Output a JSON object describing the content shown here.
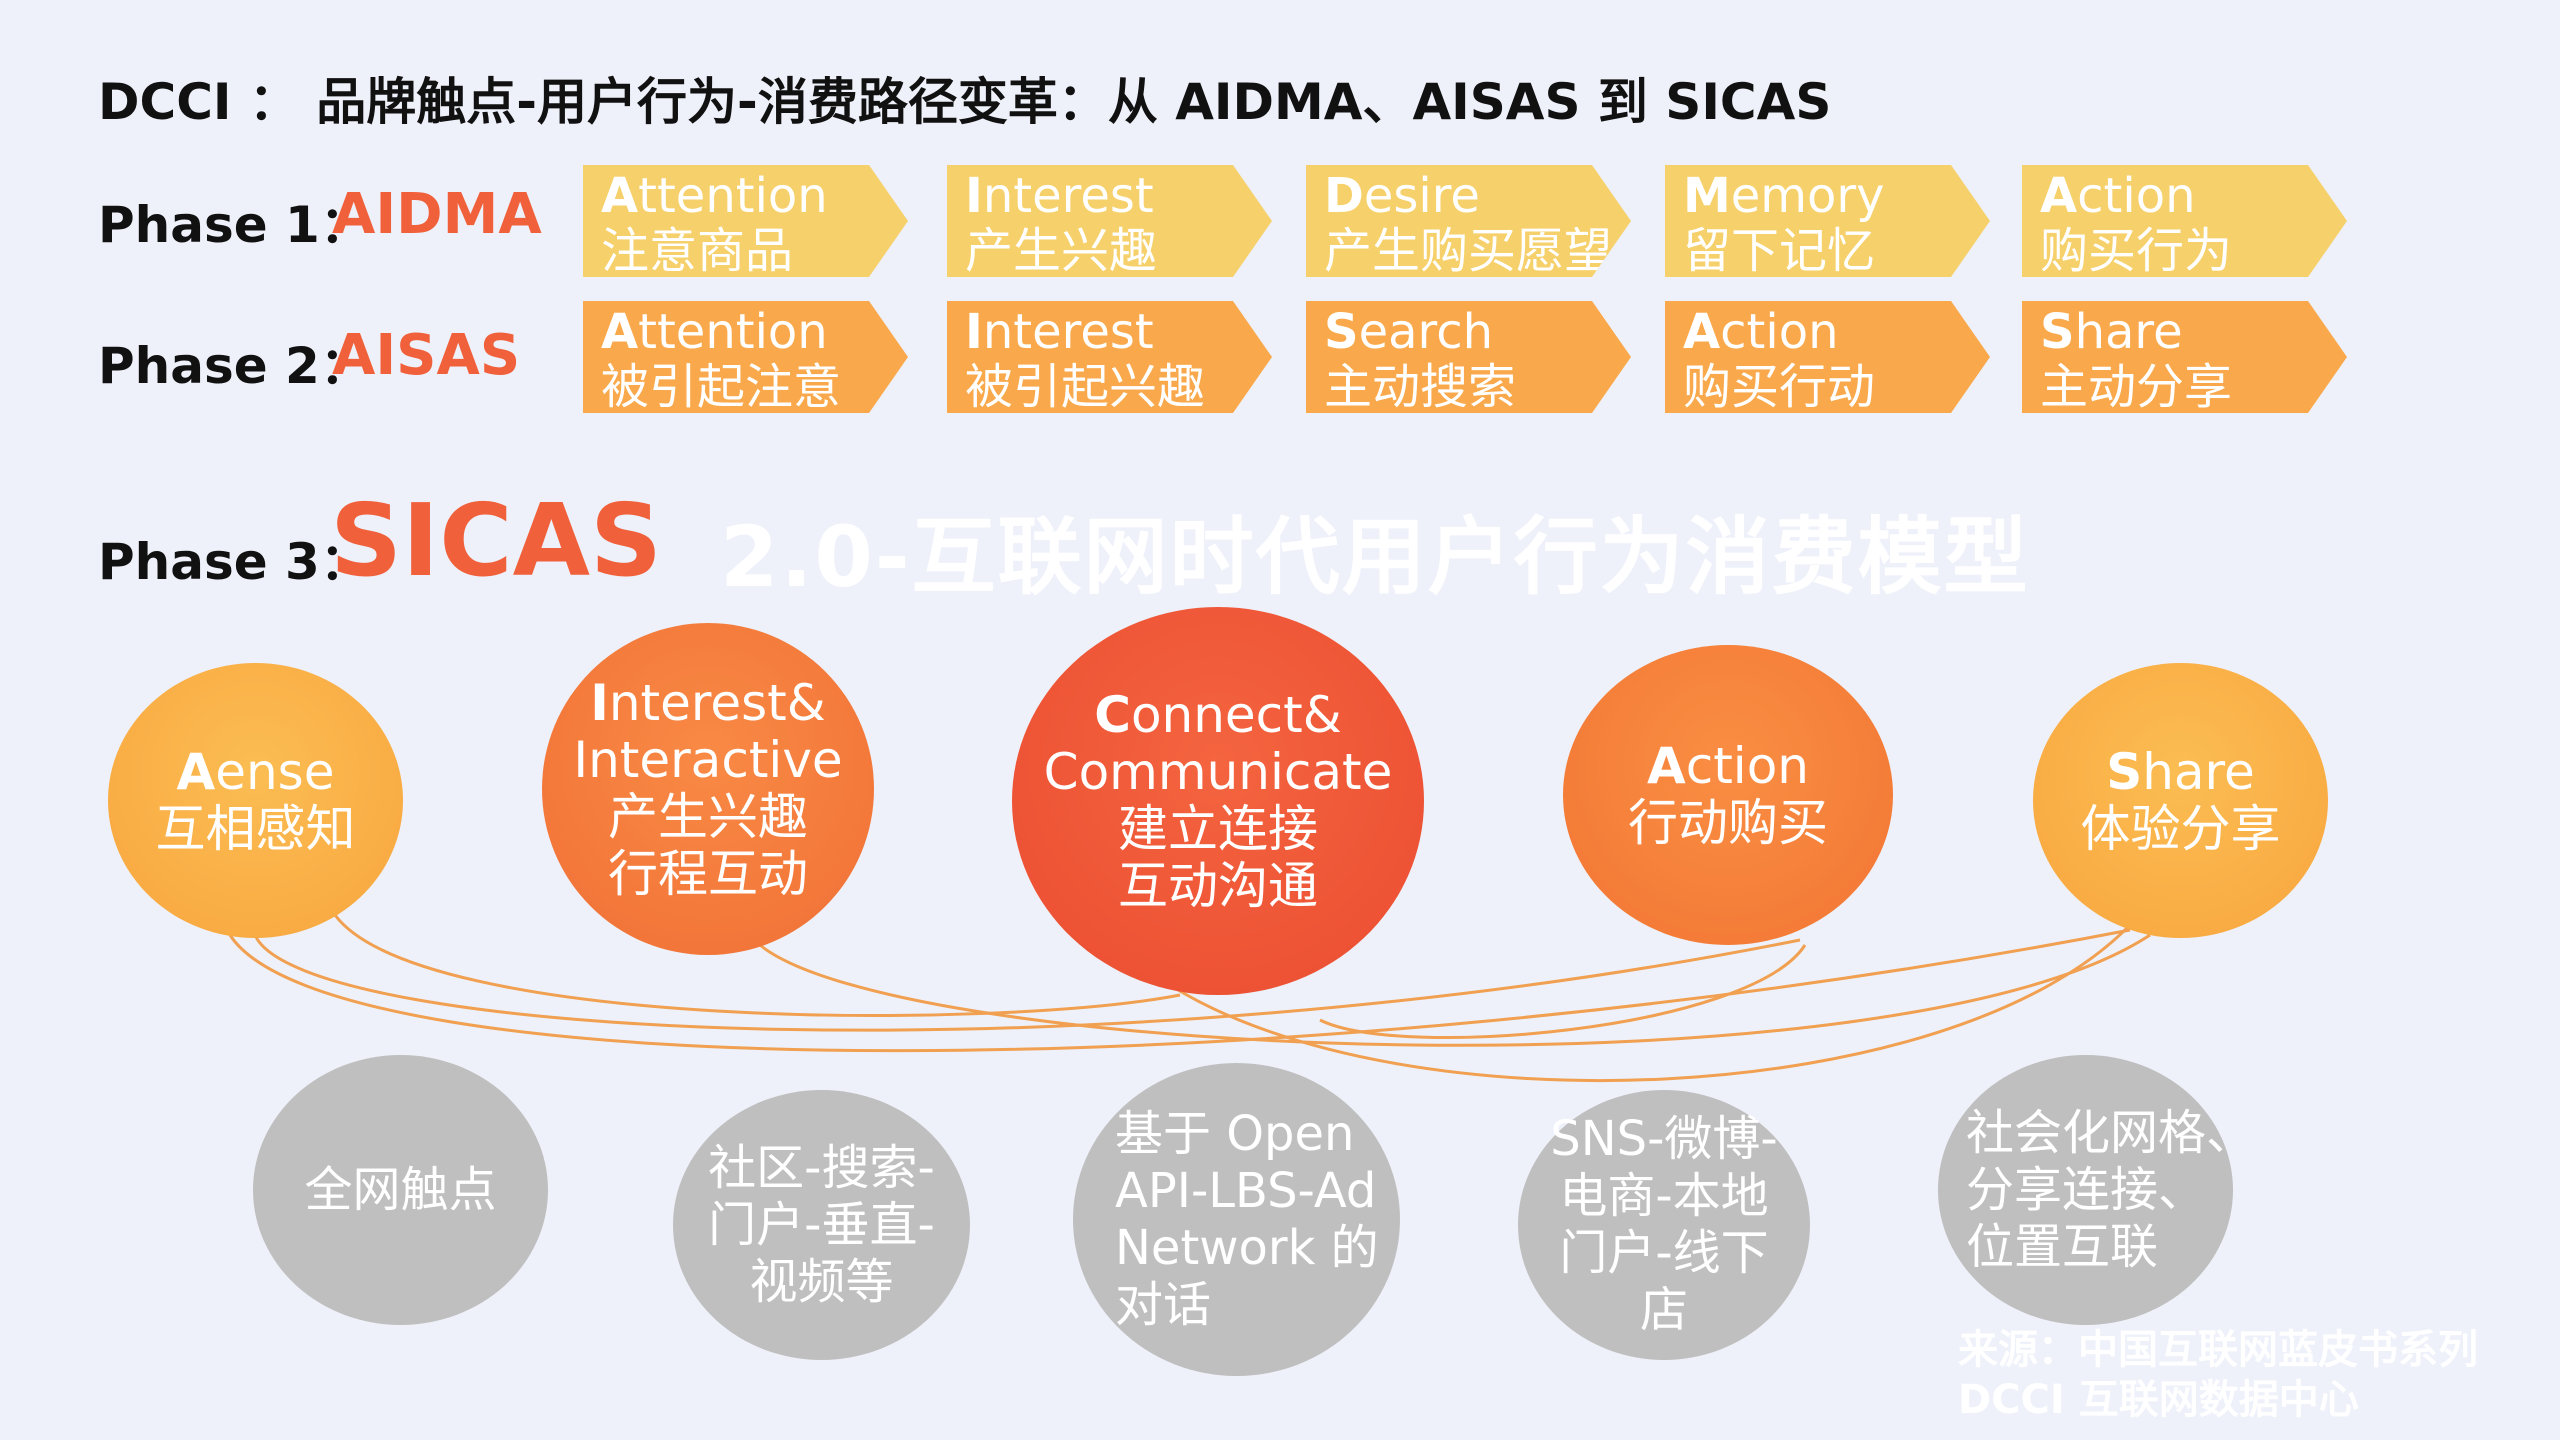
{
  "title": "DCCI ： 品牌触点-用户行为-消费路径变革：从 AIDMA、AISAS 到 SICAS",
  "phase1": {
    "label": "Phase 1：",
    "name": "AIDMA",
    "steps": [
      {
        "initial": "A",
        "rest": "ttention",
        "zh": "注意商品"
      },
      {
        "initial": "I",
        "rest": "nterest",
        "zh": "产生兴趣"
      },
      {
        "initial": "D",
        "rest": "esire",
        "zh": "产生购买愿望"
      },
      {
        "initial": "M",
        "rest": "emory",
        "zh": "留下记忆"
      },
      {
        "initial": "A",
        "rest": "ction",
        "zh": "购买行为"
      }
    ]
  },
  "phase2": {
    "label": "Phase 2：",
    "name": "AISAS",
    "steps": [
      {
        "initial": "A",
        "rest": "ttention",
        "zh": "被引起注意"
      },
      {
        "initial": "I",
        "rest": "nterest",
        "zh": "被引起兴趣"
      },
      {
        "initial": "S",
        "rest": "earch",
        "zh": "主动搜索"
      },
      {
        "initial": "A",
        "rest": "ction",
        "zh": "购买行动"
      },
      {
        "initial": "S",
        "rest": "hare",
        "zh": "主动分享"
      }
    ]
  },
  "phase3": {
    "label": "Phase 3：",
    "name": "SICAS",
    "subtitle": "2.0-互联网时代用户行为消费模型"
  },
  "sicas_nodes": [
    {
      "initial": "A",
      "rest": "ense",
      "lines": [
        "互相感知"
      ]
    },
    {
      "initial": "I",
      "rest": "nterest&",
      "lines": [
        "Interactive",
        "产生兴趣",
        "行程互动"
      ]
    },
    {
      "initial": "C",
      "rest": "onnect&",
      "lines": [
        "Communicate",
        "建立连接",
        "互动沟通"
      ]
    },
    {
      "initial": "A",
      "rest": "ction",
      "lines": [
        "行动购买"
      ]
    },
    {
      "initial": "S",
      "rest": "hare",
      "lines": [
        "体验分享"
      ]
    }
  ],
  "touchpoints": [
    [
      "全网触点"
    ],
    [
      "社区-搜索-",
      "门户-垂直-",
      "视频等"
    ],
    [
      "基于 Open",
      "API-LBS-Ad",
      "Network 的",
      "对话"
    ],
    [
      "SNS-微博-",
      "电商-本地",
      "门户-线下",
      "店"
    ],
    [
      "社会化网格、",
      "分享连接、",
      "位置互联"
    ]
  ],
  "source": {
    "line1": "来源：中国互联网蓝皮书系列",
    "line2": "DCCI 互联网数据中心"
  },
  "colors": {
    "background": "#eef1fa",
    "phase_name": "#f0603a",
    "row1_chevron": "#f6d06a",
    "row2_chevron": "#f9a94b",
    "touchpoint_grey": "#bfbfbf",
    "connector": "#f0a050"
  }
}
